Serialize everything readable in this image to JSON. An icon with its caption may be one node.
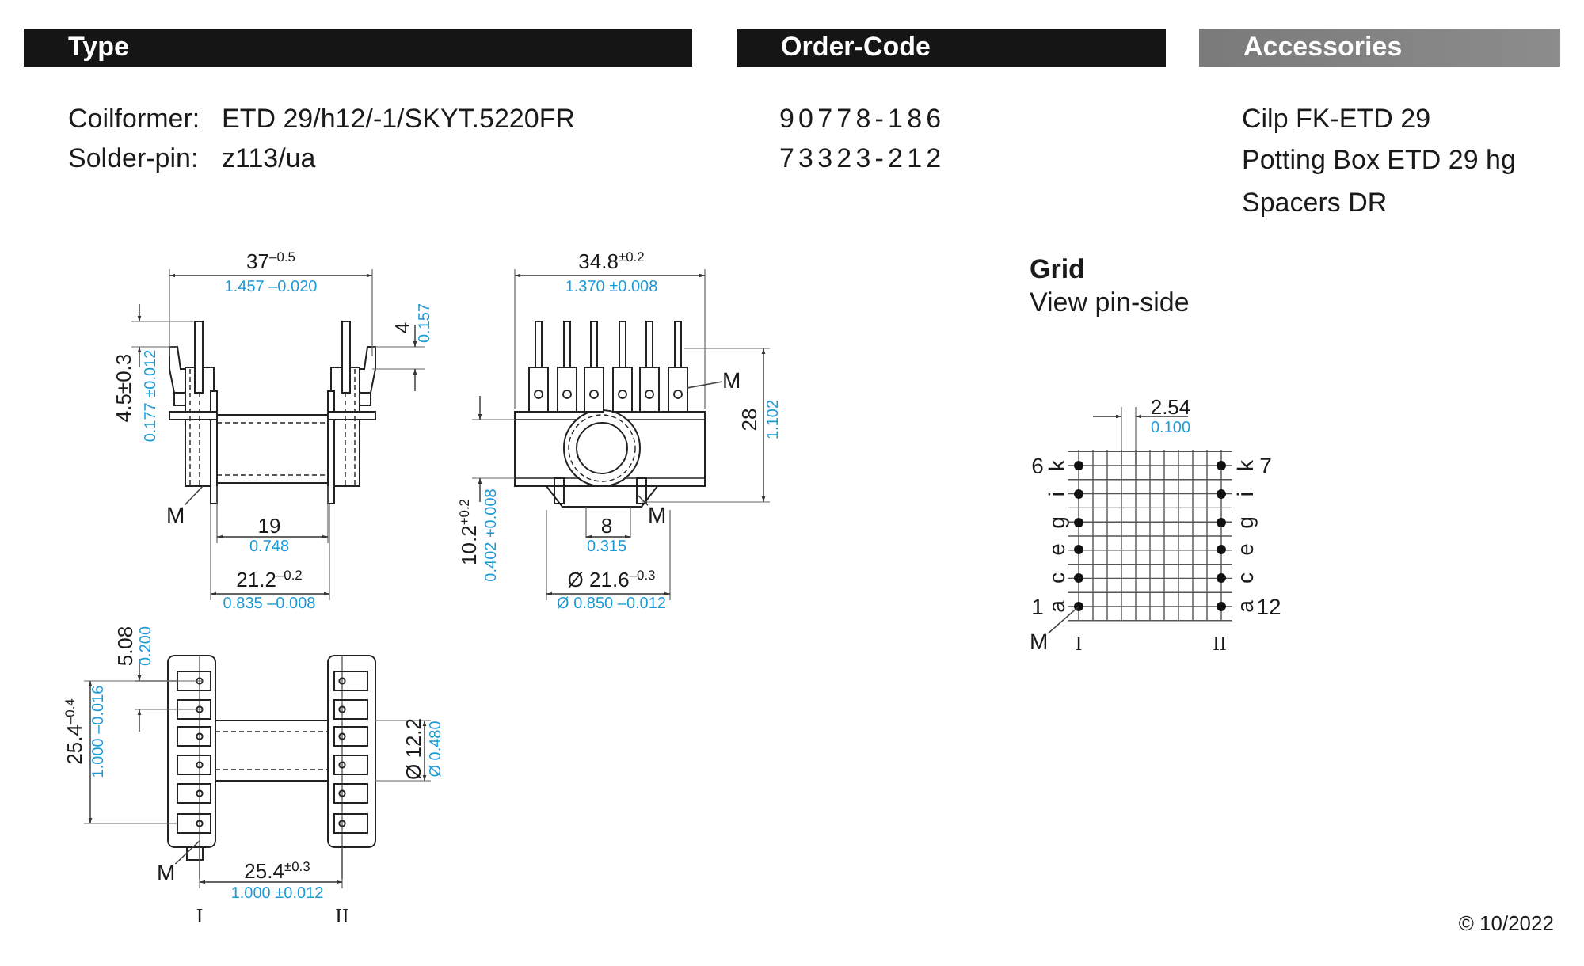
{
  "diagram": {
    "nodes": [
      {
        "text": [
          "Type"
        ]
      },
      {
        "text": [
          "Order-Code"
        ]
      },
      {
        "text": [
          "Accessories"
        ]
      },
      {
        "text": [
          "M"
        ]
      },
      {
        "text": [
          "M"
        ]
      },
      {
        "text": [
          "M"
        ]
      },
      {
        "text": [
          "M"
        ]
      },
      {
        "text": [
          "M"
        ]
      },
      {
        "text": [],
        "shape": "box"
      }
    ],
    "edges": [
      {
        "from": 3,
        "to": null,
        "arrow": "none"
      },
      {
        "from": 4,
        "to": 8,
        "arrow": "none"
      },
      {
        "from": 5,
        "to": null,
        "arrow": "none"
      },
      {
        "from": 6,
        "to": null,
        "arrow": "none"
      },
      {
        "from": 7,
        "to": null,
        "arrow": "none"
      }
    ],
    "labels": [
      "Coilformer:",
      "ETD 29/h12/-1/SKYT.5220FR",
      "Solder-pin:",
      "z113/ua",
      "90778-186",
      "73323-212",
      "Cilp FK-ETD 29",
      "Potting Box ETD 29 hg",
      "Spacers DR",
      "Grid",
      "View pin-side",
      "37$^{–0.5}$",
      "1.457 –0.020",
      "4.5±0.3",
      "0.177 ±0.012",
      "4",
      "0.157",
      "19",
      "0.748",
      "21.2$^{–0.2}$",
      "0.835 –0.008",
      "34.8$^{±0.2}$",
      "1.370 ±0.008",
      "28",
      "1.102",
      "10.2$^{+0.2}$",
      "0.402 +0.008",
      "8",
      "0.315",
      "Ø 21.6$^{–0.3}$",
      "Ø 0.850 –0.012",
      "5.08",
      "0.200",
      "25.4$^{–0.4}$",
      "1.000 –0.016",
      "Ø 12.2",
      "Ø 0.480",
      "25.4$^{±0.3}$",
      "1.000 ±0.012",
      "I",
      "II",
      "2.54",
      "0.100",
      "6",
      "k",
      "i",
      "g",
      "e",
      "c",
      "a",
      "1",
      "k",
      "7",
      "i",
      "g",
      "e",
      "c",
      "a",
      "12",
      "I",
      "II",
      "© 10/2022"
    ]
  }
}
